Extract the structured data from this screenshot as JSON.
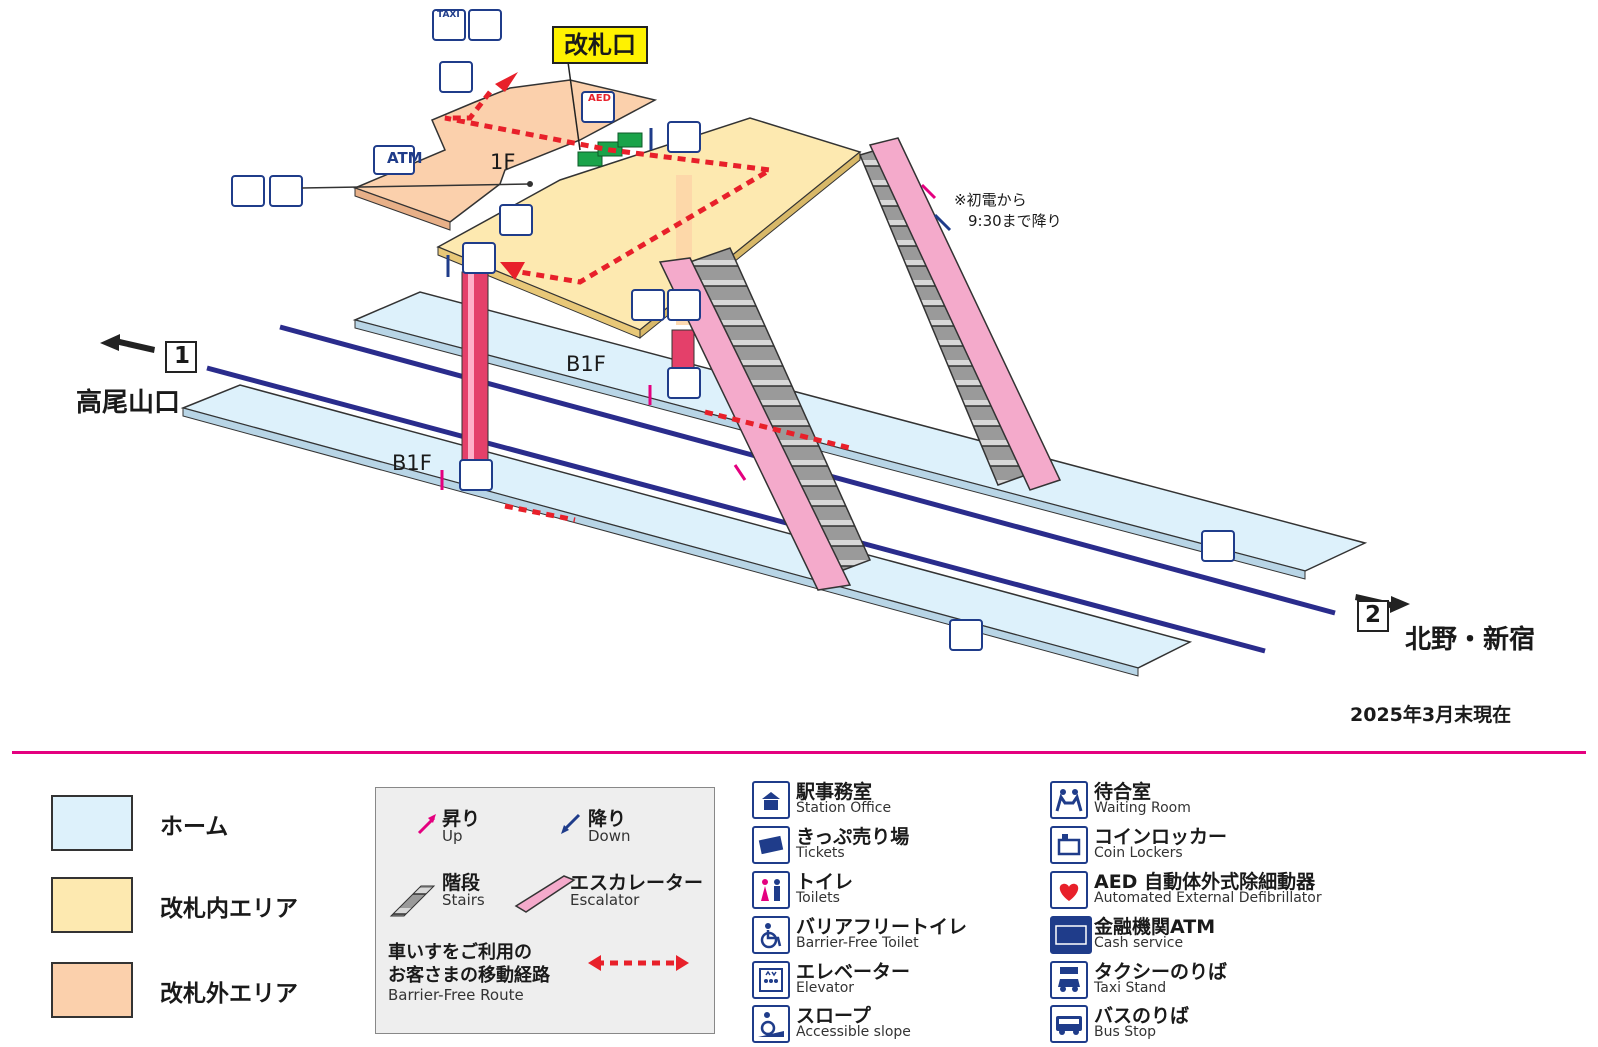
{
  "diagram": {
    "gate_label": "改札口",
    "floor_1f": "1F",
    "floor_b1f_upper": "B1F",
    "floor_b1f_lower": "B1F",
    "dir_left_num": "1",
    "dir_left_name": "高尾山口",
    "dir_right_num": "2",
    "dir_right_name": "北野・新宿",
    "escalator_note_line1": "※初電から",
    "escalator_note_line2": "9:30まで降り",
    "as_of": "2025年3月末現在",
    "colors": {
      "platform": "#ddf1fb",
      "inside_gate": "#fde9b0",
      "outside_gate": "#fbd0ac",
      "track": "#2a2c8c",
      "route": "#e8202a",
      "accent": "#e4007f",
      "escalator": "#f4aacb",
      "icon": "#1f3c8a"
    }
  },
  "legend": {
    "areas": [
      {
        "label": "ホーム",
        "color": "#ddf1fb"
      },
      {
        "label": "改札内エリア",
        "color": "#fde9b0"
      },
      {
        "label": "改札外エリア",
        "color": "#fbd0ac"
      }
    ],
    "up_jp": "昇り",
    "up_en": "Up",
    "down_jp": "降り",
    "down_en": "Down",
    "stairs_jp": "階段",
    "stairs_en": "Stairs",
    "escalator_jp": "エスカレーター",
    "escalator_en": "Escalator",
    "route_jp_line1": "車いすをご利用の",
    "route_jp_line2": "お客さまの移動経路",
    "route_en": "Barrier-Free Route"
  },
  "facilities": [
    {
      "icon": "station-office-icon",
      "jp": "駅事務室",
      "en": "Station Office"
    },
    {
      "icon": "ticket-icon",
      "jp": "きっぷ売り場",
      "en": "Tickets"
    },
    {
      "icon": "toilet-icon",
      "jp": "トイレ",
      "en": "Toilets"
    },
    {
      "icon": "barrier-free-toilet-icon",
      "jp": "バリアフリートイレ",
      "en": "Barrier-Free Toilet"
    },
    {
      "icon": "elevator-icon",
      "jp": "エレベーター",
      "en": "Elevator"
    },
    {
      "icon": "slope-icon",
      "jp": "スロープ",
      "en": "Accessible slope"
    },
    {
      "icon": "waiting-room-icon",
      "jp": "待合室",
      "en": "Waiting Room"
    },
    {
      "icon": "coin-locker-icon",
      "jp": "コインロッカー",
      "en": "Coin Lockers"
    },
    {
      "icon": "aed-icon",
      "jp": "AED 自動体外式除細動器",
      "en": "Automated External Defibrillator"
    },
    {
      "icon": "atm-icon",
      "jp": "金融機関ATM",
      "en": "Cash service"
    },
    {
      "icon": "taxi-icon",
      "jp": "タクシーのりば",
      "en": "Taxi Stand"
    },
    {
      "icon": "bus-icon",
      "jp": "バスのりば",
      "en": "Bus Stop"
    }
  ],
  "icon_text": {
    "atm": "ATM",
    "taxi": "TAXI",
    "aed": "AED"
  }
}
